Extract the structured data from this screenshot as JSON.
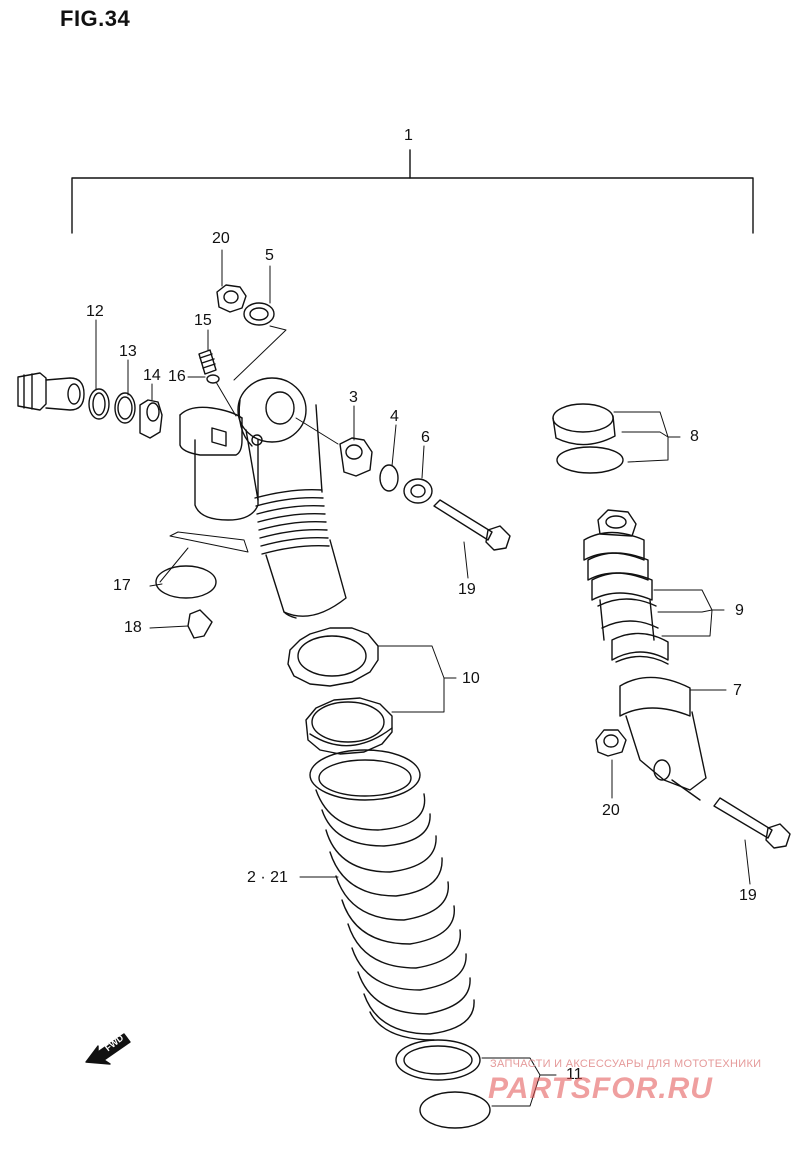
{
  "figure": {
    "title": "FIG.34"
  },
  "callouts": {
    "c1": "1",
    "c2_21": "2 · 21",
    "c3": "3",
    "c4": "4",
    "c5": "5",
    "c6": "6",
    "c7": "7",
    "c8": "8",
    "c9": "9",
    "c10": "10",
    "c11": "11",
    "c12": "12",
    "c13": "13",
    "c14": "14",
    "c15": "15",
    "c16": "16",
    "c17": "17",
    "c18": "18",
    "c19a": "19",
    "c19b": "19",
    "c20a": "20",
    "c20b": "20"
  },
  "direction": {
    "label": "FWD"
  },
  "watermark": {
    "caption": "ЗАПЧАСТИ И АКСЕССУАРЫ ДЛЯ МОТОТЕХНИКИ",
    "logo": "PARTSFOR.RU"
  },
  "colors": {
    "line": "#111111",
    "watermark": "#e05050"
  }
}
